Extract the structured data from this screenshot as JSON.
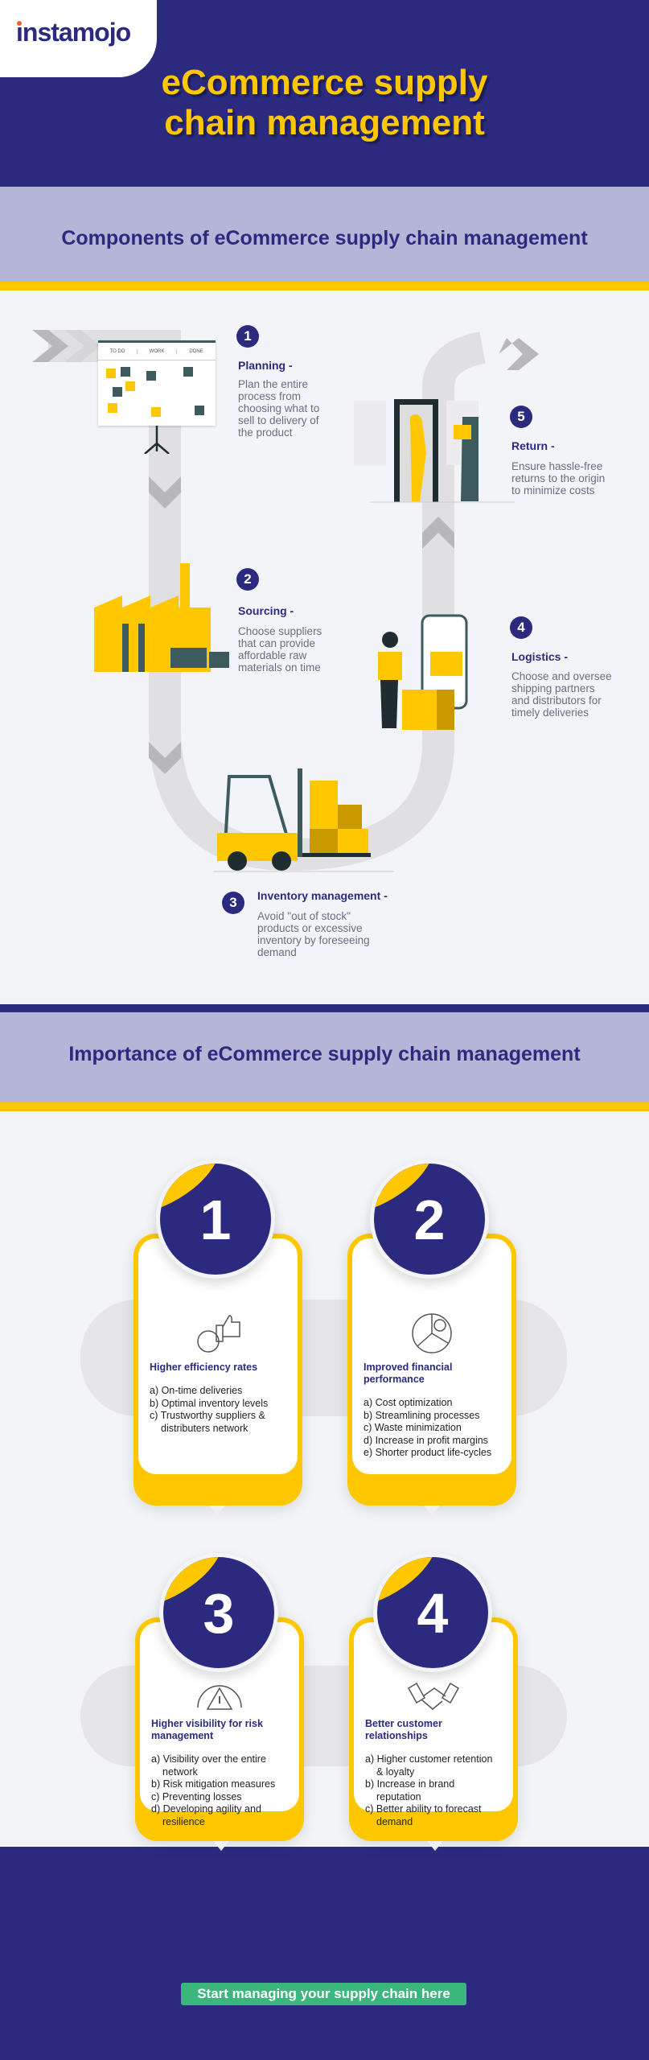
{
  "brand": {
    "logo": "instamojo"
  },
  "header": {
    "title_line1": "eCommerce supply",
    "title_line2": "chain management"
  },
  "components": {
    "title": "Components of eCommerce supply chain management",
    "whiteboard_columns": [
      "TO DO",
      "WORK",
      "DONE"
    ],
    "steps": [
      {
        "num": "1",
        "heading": "Planning -",
        "desc": "Plan the entire process from choosing what to sell to delivery of the product"
      },
      {
        "num": "2",
        "heading": "Sourcing -",
        "desc": "Choose suppliers that can provide affordable raw materials on time"
      },
      {
        "num": "3",
        "heading": "Inventory management -",
        "desc": "Avoid \"out of stock\" products or excessive inventory by foreseeing demand"
      },
      {
        "num": "4",
        "heading": "Logistics -",
        "desc": "Choose and oversee shipping partners and distributors for timely deliveries"
      },
      {
        "num": "5",
        "heading": "Return -",
        "desc": "Ensure hassle-free returns to the origin to minimize costs"
      }
    ]
  },
  "importance": {
    "title": "Importance of eCommerce supply chain management",
    "cards": [
      {
        "num": "1",
        "icon": "thumbs-up-clock-icon",
        "heading": "Higher efficiency rates",
        "items": [
          "a) On-time deliveries",
          "b) Optimal inventory levels",
          "c) Trustworthy suppliers & distributers network"
        ]
      },
      {
        "num": "2",
        "icon": "pie-chart-dollar-icon",
        "heading": "Improved financial performance",
        "items": [
          "a) Cost optimization",
          "b) Streamlining processes",
          "c) Waste minimization",
          "d) Increase in profit margins",
          "e) Shorter product life-cycles"
        ]
      },
      {
        "num": "3",
        "icon": "risk-gauge-icon",
        "heading": "Higher visibility for risk management",
        "items": [
          "a) Visibility over the entire network",
          "b) Risk mitigation measures",
          "c) Preventing losses",
          "d) Developing agility and resilience"
        ]
      },
      {
        "num": "4",
        "icon": "handshake-icon",
        "heading": "Better customer relationships",
        "items": [
          "a) Higher customer retention & loyalty",
          "b) Increase in brand reputation",
          "c) Better ability to forecast demand"
        ]
      }
    ]
  },
  "cta": {
    "label": "Start managing your supply chain here"
  },
  "colors": {
    "navy": "#2b2a7f",
    "yellow": "#ffc700",
    "lavender": "#b5b5d8",
    "green": "#3bb77e"
  }
}
